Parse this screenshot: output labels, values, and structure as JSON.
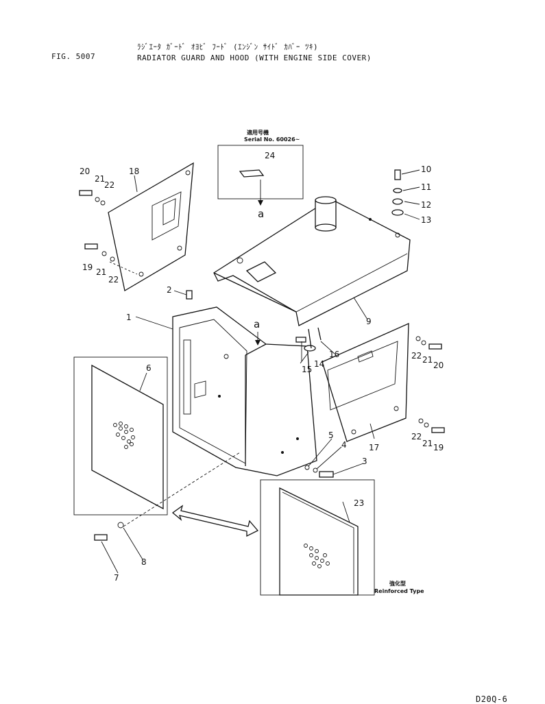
{
  "header": {
    "title_jp": "ﾗｼﾞｴｰﾀ ｶﾞｰﾄﾞ ｵﾖﾋﾞ ﾌｰﾄﾞ (ｴﾝｼﾞﾝ ｻｲﾄﾞ ｶﾊﾞｰ ﾂｷ)",
    "fig": "FIG. 5007",
    "title_en": "RADIATOR GUARD AND HOOD (WITH ENGINE SIDE COVER)"
  },
  "inset_serial": {
    "jp": "適用号機",
    "serial": "Serial No. 60026~",
    "part": "24",
    "ref": "a"
  },
  "reinforced": {
    "jp": "強化型",
    "en": "Reinforced Type",
    "part": "23"
  },
  "callouts": {
    "ref_a": "a",
    "p1": "1",
    "p2": "2",
    "p3": "3",
    "p4": "4",
    "p5": "5",
    "p6": "6",
    "p7": "7",
    "p8": "8",
    "p9": "9",
    "p10": "10",
    "p11": "11",
    "p12": "12",
    "p13": "13",
    "p14": "14",
    "p15": "15",
    "p16": "16",
    "p17": "17",
    "p18": "18",
    "p19a": "19",
    "p19b": "19",
    "p20a": "20",
    "p20b": "20",
    "p21a": "21",
    "p21b": "21",
    "p21c": "21",
    "p21d": "21",
    "p22a": "22",
    "p22b": "22",
    "p22c": "22",
    "p22d": "22"
  },
  "footer": {
    "code": "D20Q-6"
  }
}
